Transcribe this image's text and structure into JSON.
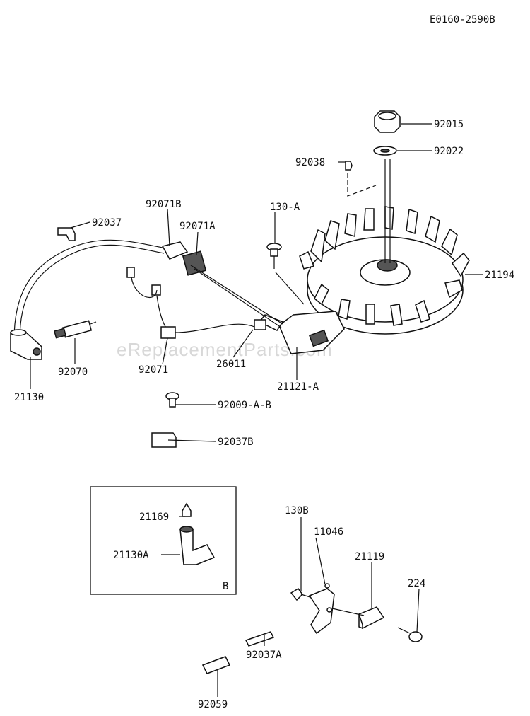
{
  "diagram_id": "E0160-2590B",
  "watermark": "eReplacementParts.com",
  "inset_tag": "B",
  "parts": {
    "p92015": "92015",
    "p92022": "92022",
    "p92038": "92038",
    "p130A": "130-A",
    "p92071B": "92071B",
    "p92071A": "92071A",
    "p92037": "92037",
    "p21194": "21194",
    "p92070": "92070",
    "p21130": "21130",
    "p92071": "92071",
    "p26011": "26011",
    "p21121A": "21121-A",
    "p92009": "92009-A-B",
    "p92037B": "92037B",
    "p21169": "21169",
    "p21130A": "21130A",
    "p130B": "130B",
    "p11046": "11046",
    "p21119": "21119",
    "p224": "224",
    "p92037A": "92037A",
    "p92059": "92059"
  }
}
